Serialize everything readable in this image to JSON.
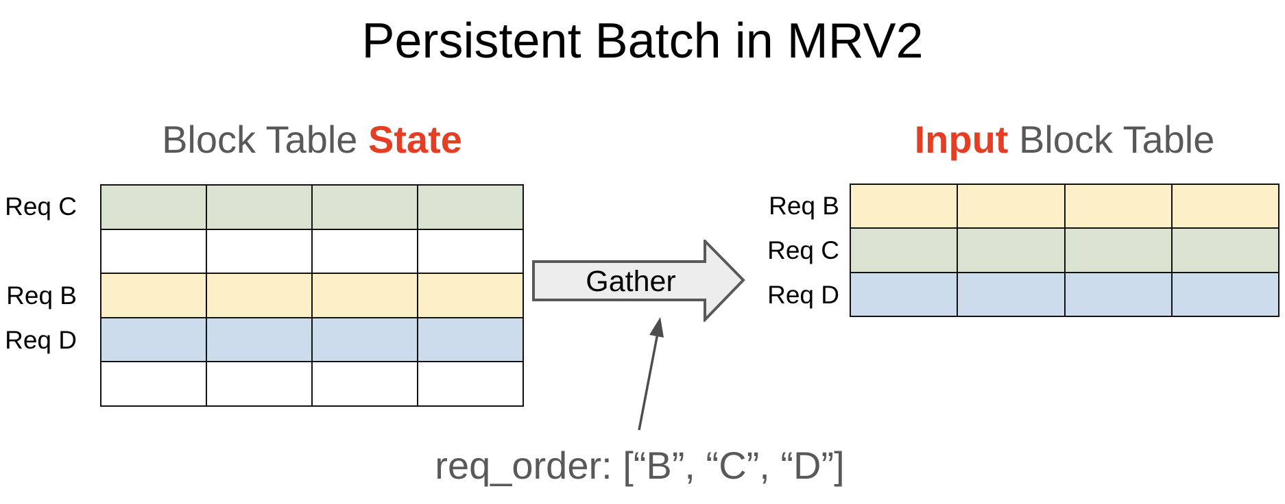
{
  "title": "Persistent Batch in MRV2",
  "left_panel": {
    "heading": {
      "prefix": "Block Table ",
      "highlight": "State"
    },
    "columns": 4,
    "rows": [
      {
        "label": "Req C",
        "color": "green"
      },
      {
        "label": "",
        "color": "white"
      },
      {
        "label": "Req B",
        "color": "yellow"
      },
      {
        "label": "Req D",
        "color": "blue"
      },
      {
        "label": "",
        "color": "white"
      }
    ]
  },
  "right_panel": {
    "heading": {
      "highlight": "Input",
      "suffix": " Block Table"
    },
    "columns": 4,
    "rows": [
      {
        "label": "Req B",
        "color": "yellow"
      },
      {
        "label": "Req C",
        "color": "green"
      },
      {
        "label": "Req D",
        "color": "blue"
      }
    ]
  },
  "gather_arrow": {
    "label": "Gather"
  },
  "annotation": {
    "text": "req_order: [“B”, “C”, “D”]"
  },
  "colors": {
    "green": "#d9e3cf",
    "yellow": "#fdf0c9",
    "blue": "#cddcec",
    "white": "#ffffff",
    "heading_gray": "#595959",
    "accent_red": "#e53e25",
    "arrow_fill": "#ededed",
    "arrow_outline": "#595959",
    "grid_line": "#111111",
    "annotation_gray": "#595959",
    "pointer_gray": "#4d4d4d"
  }
}
